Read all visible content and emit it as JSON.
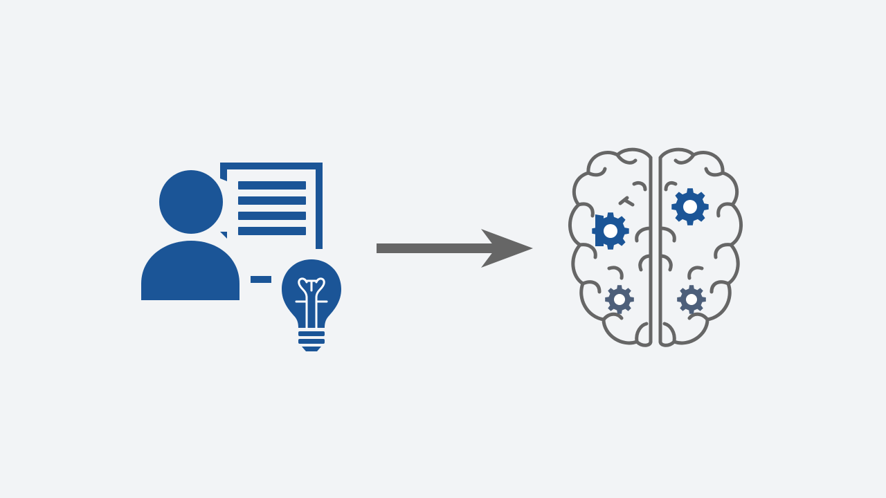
{
  "diagram": {
    "nodes": [
      {
        "id": "person-with-idea",
        "icon": "person-presenting-idea-icon",
        "text": ""
      },
      {
        "id": "brain",
        "icon": "brain-with-gears-icon",
        "text": ""
      }
    ],
    "edges": [
      {
        "from": "person-with-idea",
        "to": "brain",
        "icon": "right-arrow-icon",
        "text": ""
      }
    ]
  },
  "colors": {
    "background": "#f2f4f6",
    "accent_blue": "#1b5597",
    "line_gray": "#666666"
  }
}
